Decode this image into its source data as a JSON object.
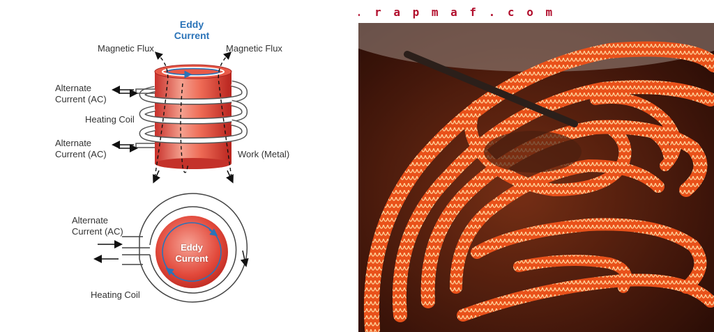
{
  "banner": {
    "url": "w w w . r a p m a f . c o m",
    "logo": "rapmaf-logo"
  },
  "top_diagram": {
    "magnetic_flux_left": "Magnetic Flux",
    "eddy_line1": "Eddy",
    "eddy_line2": "Current",
    "magnetic_flux_right": "Magnetic Flux",
    "ac_top_line1": "Alternate",
    "ac_top_line2": "Current (AC)",
    "heating_coil": "Heating Coil",
    "ac_bottom_line1": "Alternate",
    "ac_bottom_line2": "Current (AC)",
    "work_metal": "Work (Metal)"
  },
  "bottom_diagram": {
    "ac_line1": "Alternate",
    "ac_line2": "Current (AC)",
    "eddy_line1": "Eddy",
    "eddy_line2": "Current",
    "heating_coil": "Heating Coil"
  },
  "colors": {
    "brand": "#b2102e",
    "eddy_blue": "#2a73b8",
    "cylinder_red": "#e8463a",
    "coil_glow": "#ff7a2a"
  },
  "photo": {
    "subject": "glowing-heating-coil-photo"
  }
}
